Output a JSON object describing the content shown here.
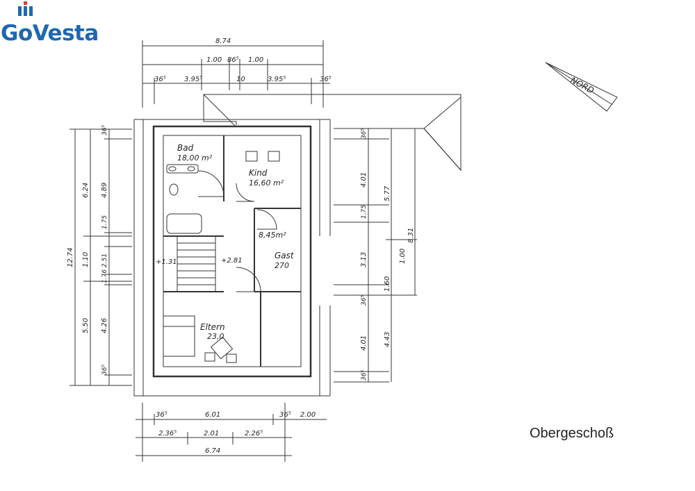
{
  "logo": {
    "text": "GoVesta",
    "brand_color": "#1f68b0"
  },
  "floor_label": "Obergeschoß",
  "north_label": "NORD",
  "rooms": [
    {
      "id": "bad",
      "name": "Bad",
      "area": "18,00 m²"
    },
    {
      "id": "kind",
      "name": "Kind",
      "area": "16,60 m²"
    },
    {
      "id": "flur",
      "name": "",
      "area": "8,45m²"
    },
    {
      "id": "gast",
      "name": "Gast",
      "area": "270"
    },
    {
      "id": "eltern",
      "name": "Eltern",
      "area": "23,0"
    }
  ],
  "levels": {
    "left": "+1.31",
    "right": "+2.81"
  },
  "dims_top": {
    "total": "8.74",
    "row1": [
      "1.00",
      "86⁵",
      "1.00"
    ],
    "row2": [
      "36⁵",
      "3.95⁵",
      "10",
      "3.95⁵",
      "36⁵"
    ]
  },
  "dims_bottom": {
    "row1": [
      "36⁵",
      "6.01",
      "36⁵",
      "2.00"
    ],
    "row2": [
      "2.36⁵",
      "2.01",
      "2.26⁵"
    ],
    "total": "6.74"
  },
  "dims_left": {
    "total": "12.74",
    "col2": [
      "6.24",
      "1.10",
      "5.50"
    ],
    "col3": [
      "36⁵",
      "4.89",
      "1.75",
      "2.51",
      "1.76",
      "4.26",
      "36⁵"
    ]
  },
  "dims_right": {
    "col1": [
      "36⁵",
      "4.01",
      "1.75",
      "3.13",
      "1.60",
      "36⁵",
      "4.01",
      "36⁵"
    ],
    "col2": [
      "5.77",
      "1.00",
      "4.43"
    ],
    "col3": [
      "8.31"
    ]
  }
}
